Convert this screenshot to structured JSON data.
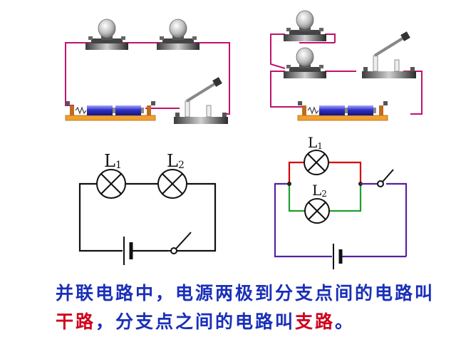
{
  "labels": {
    "left_lamp1": "L",
    "left_lamp1_sub": "1",
    "left_lamp2": "L",
    "left_lamp2_sub": "2",
    "right_lamp1": "L",
    "right_lamp1_sub": "1",
    "right_lamp2": "L",
    "right_lamp2_sub": "2"
  },
  "caption": {
    "part1": "并联电路中，电源两极到分支点间的电路叫",
    "trunk": "干路",
    "part2": "，分支点之间的电路叫",
    "branch": "支路",
    "part3": "。"
  },
  "colors": {
    "wire_magenta": "#c0136d",
    "wire_red": "#d40000",
    "wire_green": "#1f9e2f",
    "wire_purple": "#5522a0",
    "board_orange": "#f0a030",
    "caption_blue": "#1a2fb8",
    "caption_red": "#d0001c"
  }
}
